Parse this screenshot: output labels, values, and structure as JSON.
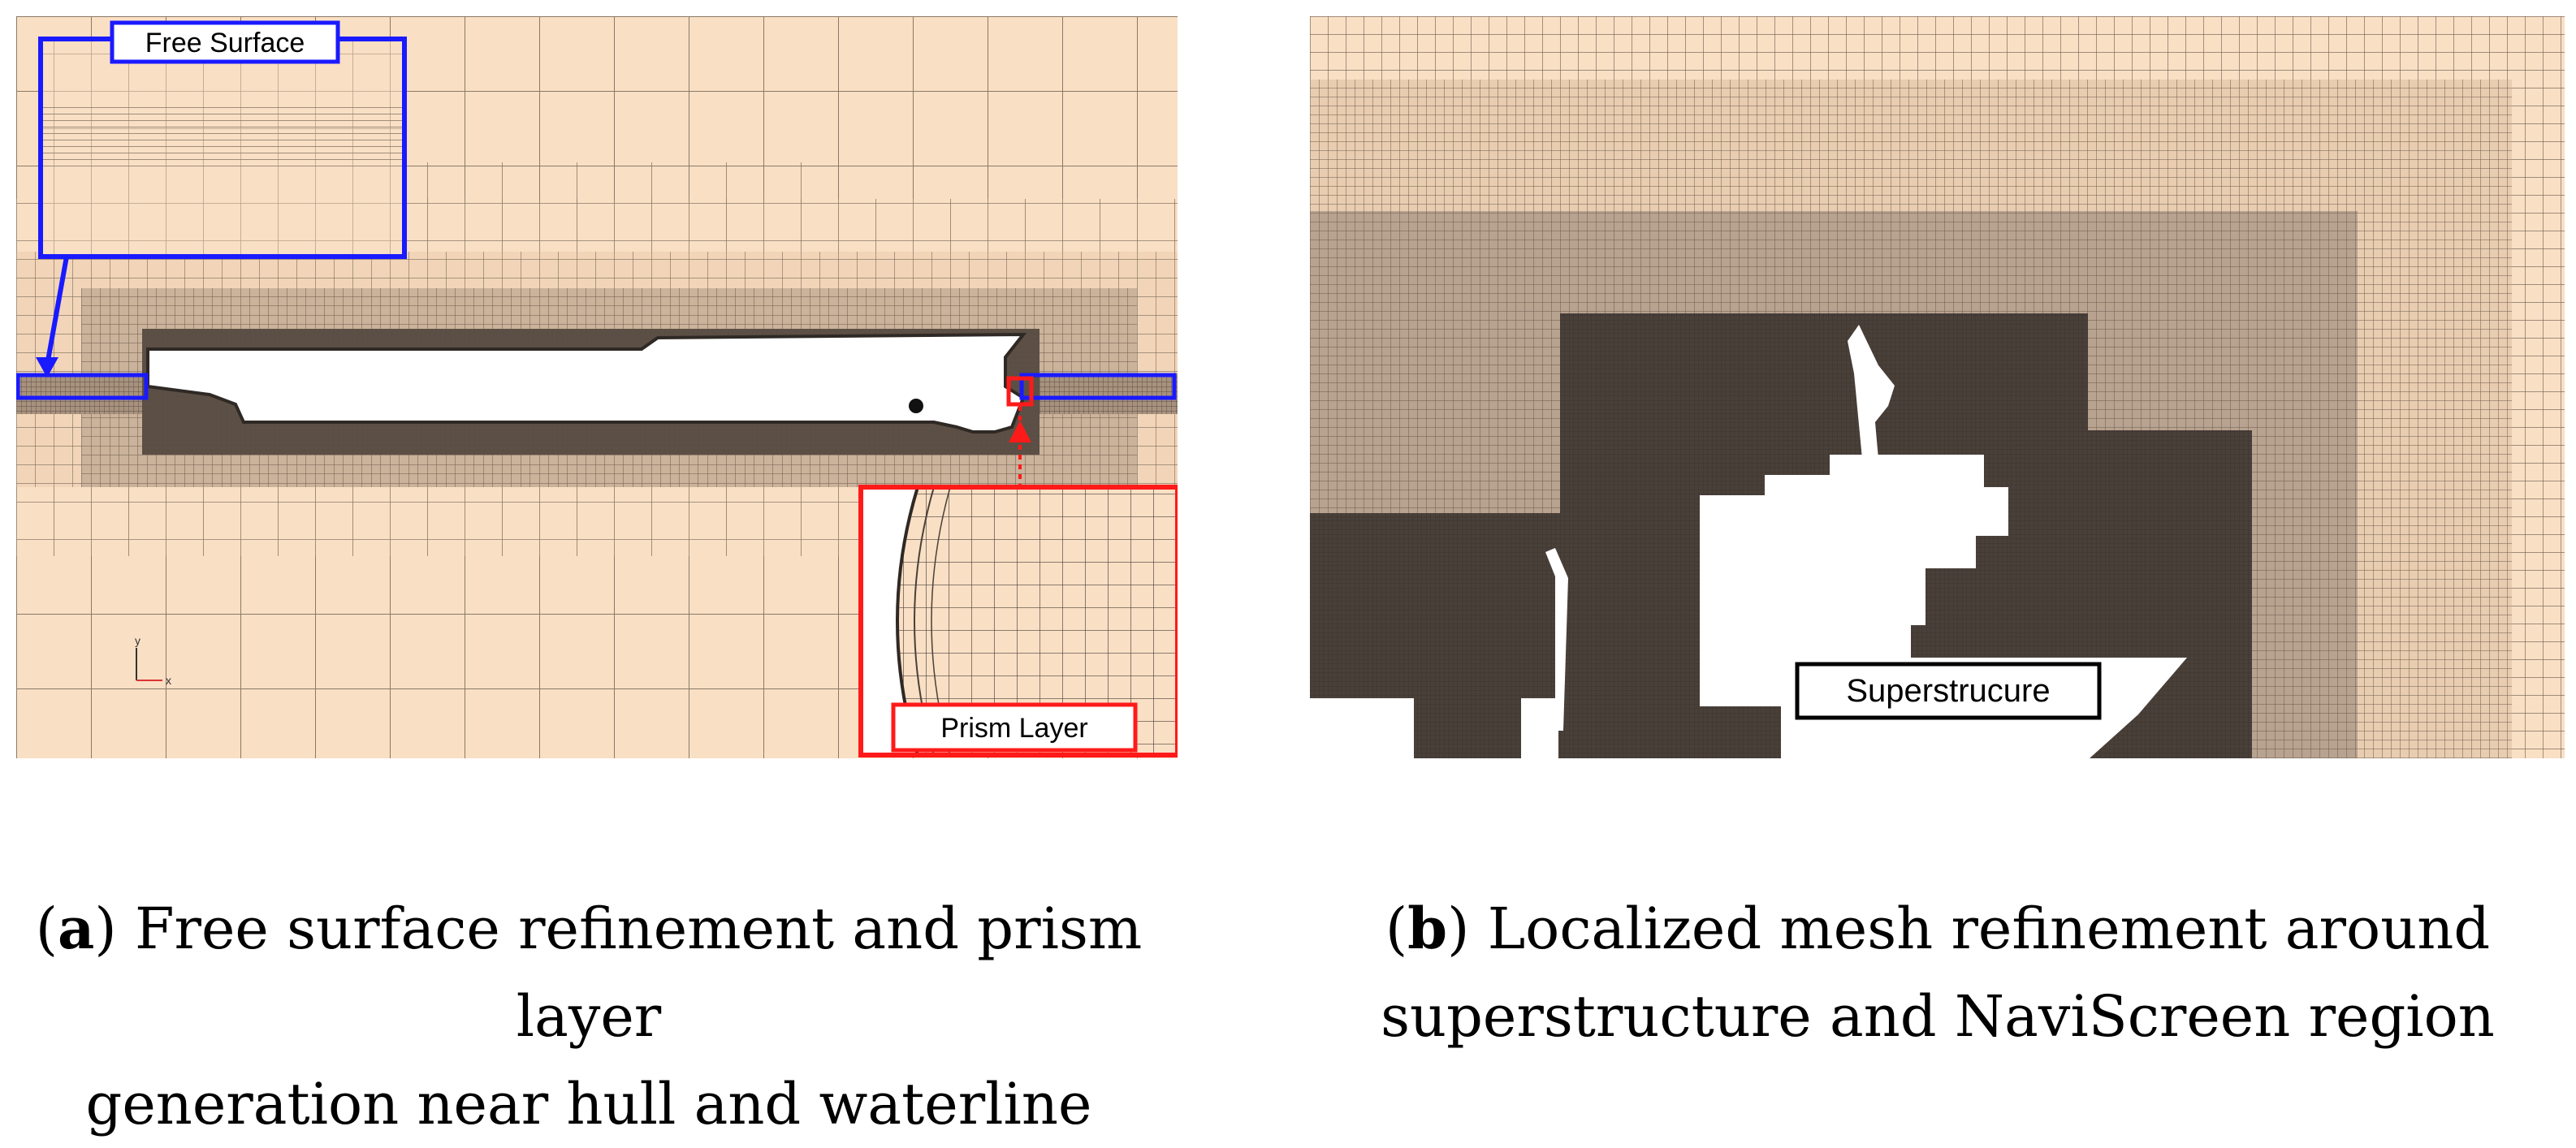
{
  "panel_a": {
    "free_surface_label": "Free Surface",
    "prism_layer_label": "Prism Layer",
    "axis_y_label": "y",
    "axis_x_label": "x",
    "colors": {
      "background": "#f9dfc4",
      "mesh_line": "#8a7a68",
      "dense_mesh": "#5c4f45",
      "hull": "#ffffff",
      "hull_edge": "#2f2925",
      "free_surface_box": "#1a1aff",
      "prism_box": "#ff1a1a"
    }
  },
  "panel_b": {
    "superstructure_label": "Superstrucure",
    "colors": {
      "background": "#f9dfc4",
      "mid_mesh": "#b8a290",
      "dense_mesh": "#4a403a",
      "structure": "#ffffff"
    }
  },
  "captions": {
    "a_letter": "a",
    "a_line1": " Free surface refinement and prism layer",
    "a_line2": "generation near hull and waterline",
    "b_letter": "b",
    "b_line1": " Localized mesh refinement around",
    "b_line2": "superstructure and NaviScreen region"
  }
}
